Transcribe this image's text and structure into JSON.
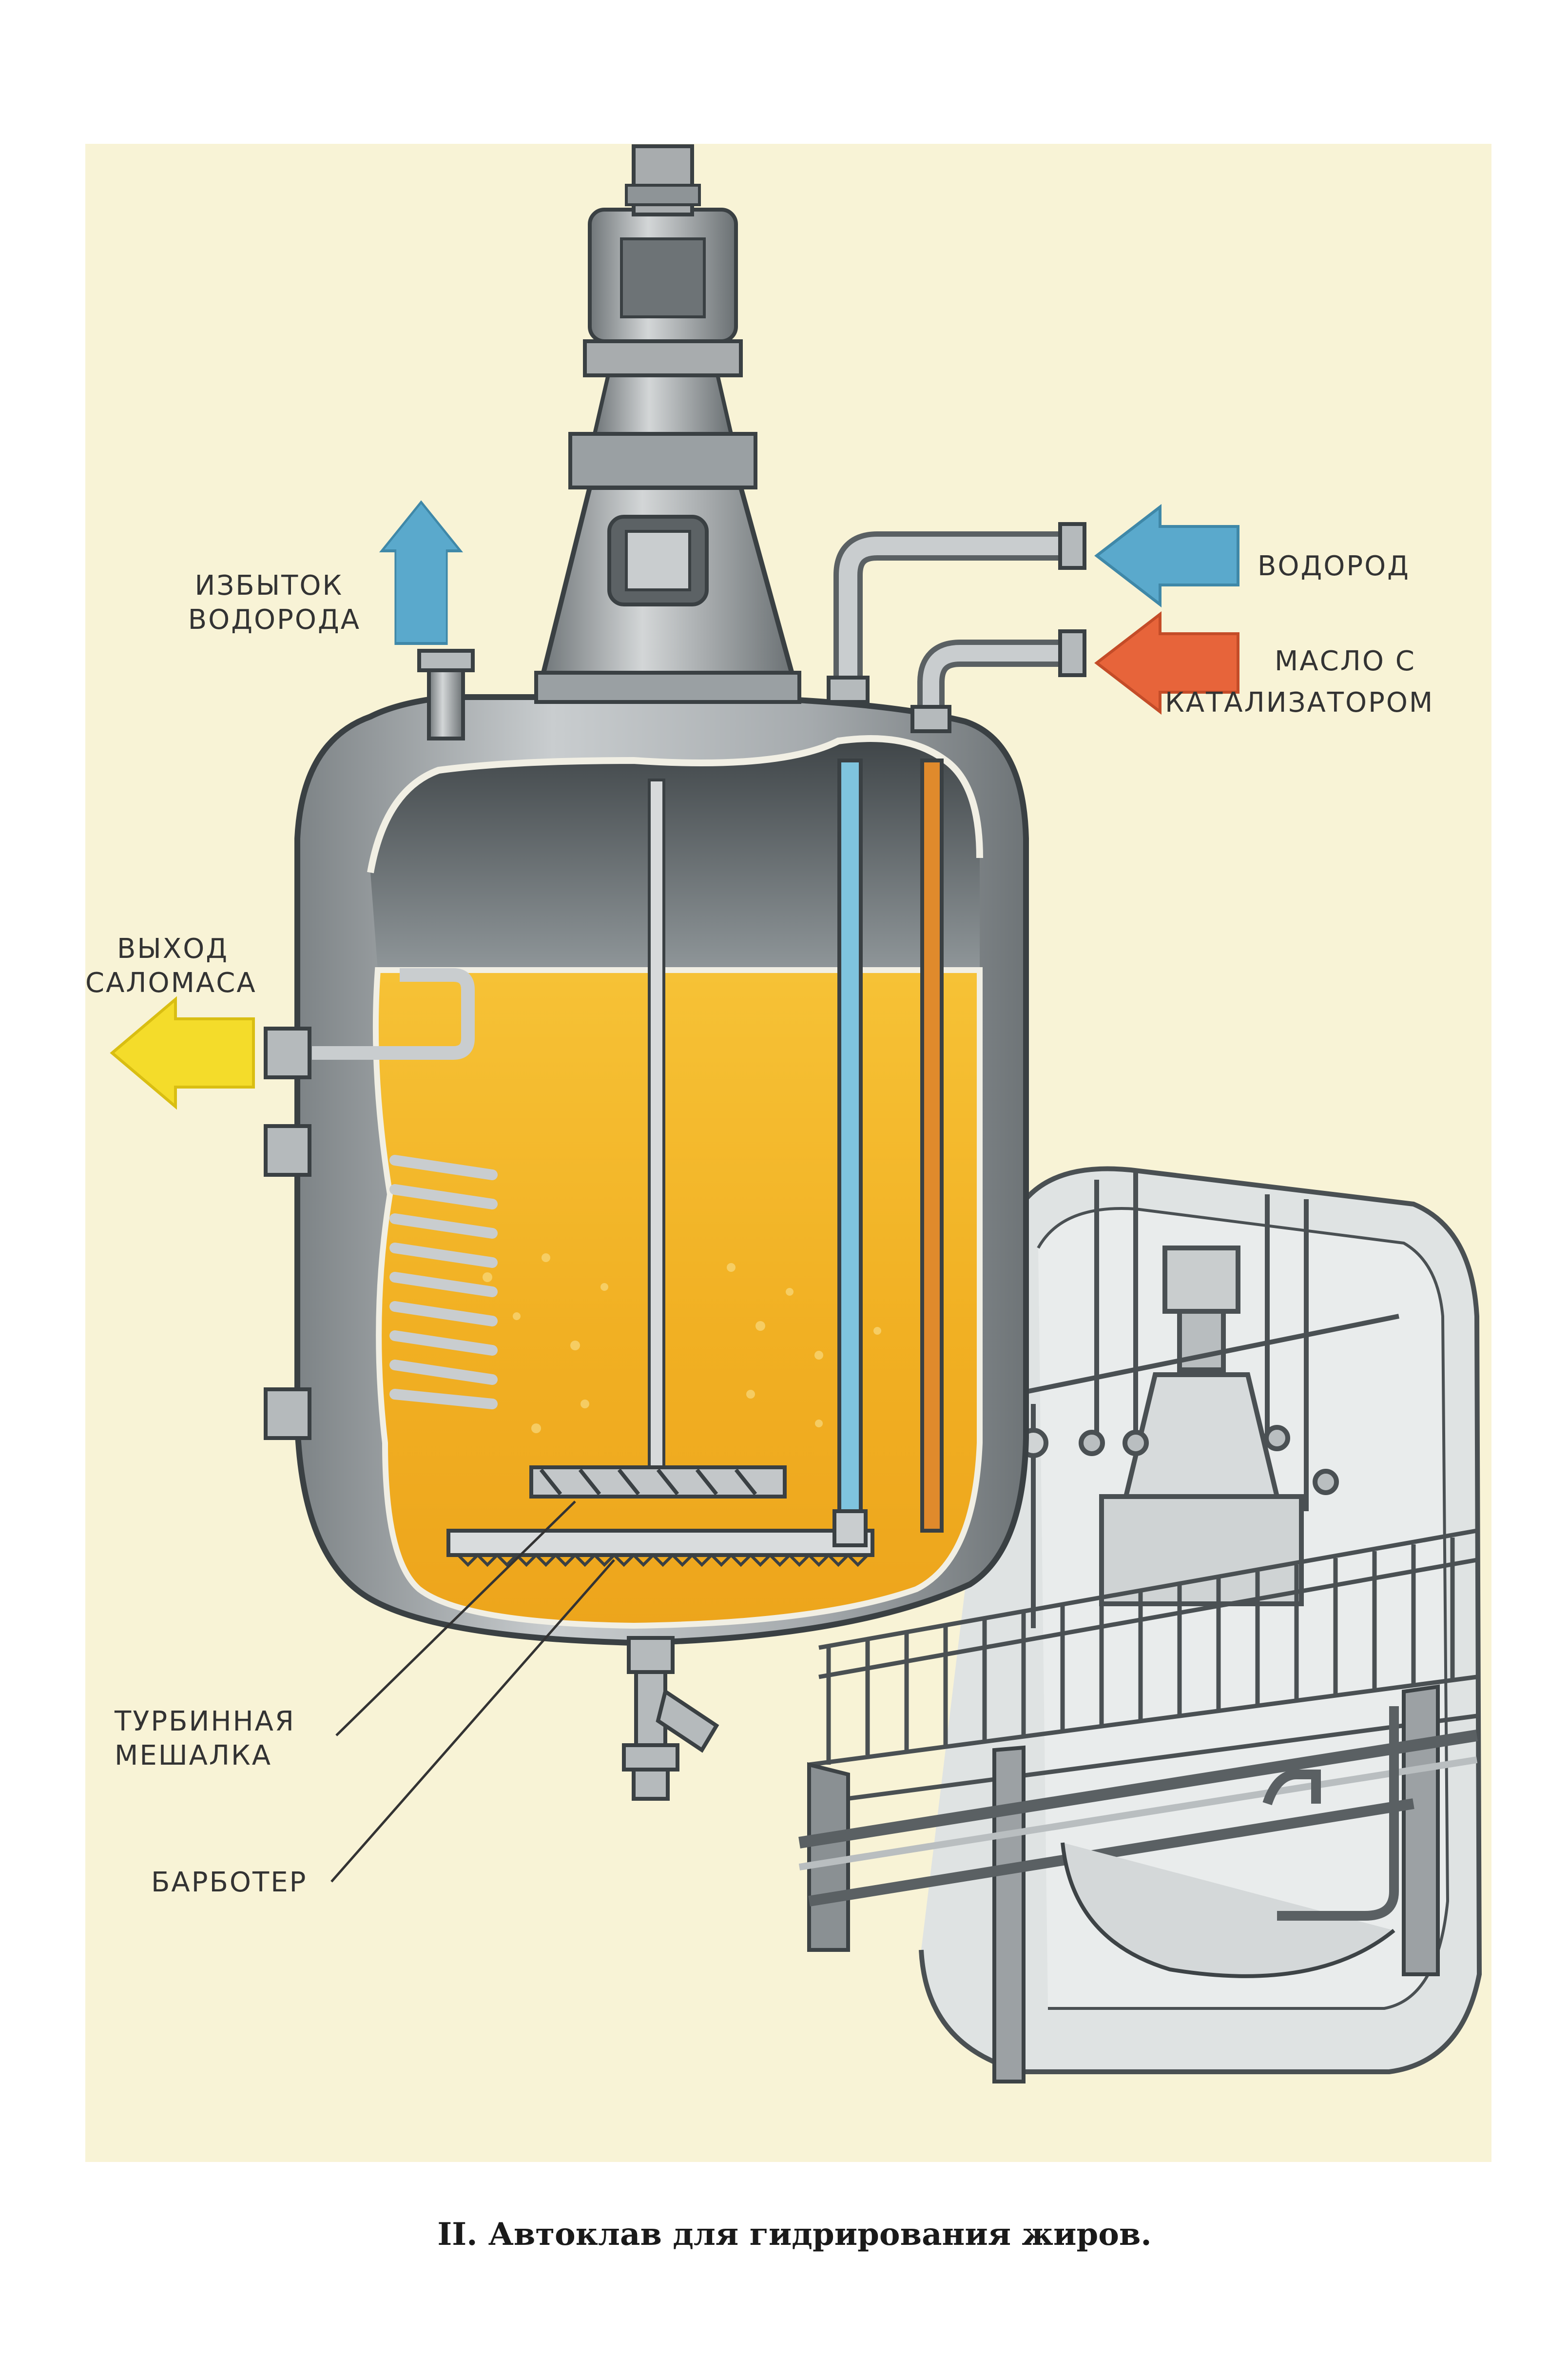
{
  "labels": {
    "excess_hydrogen": [
      "ИЗБЫТОК",
      "ВОДОРОДА"
    ],
    "hydrogen": [
      "ВОДОРОД"
    ],
    "oil_catalyst": [
      "МАСЛО С",
      "КАТАЛИЗАТОРОМ"
    ],
    "salomas_outlet": [
      "ВЫХОД",
      "САЛОМАСА"
    ],
    "turbine_mixer": [
      "ТУРБИННАЯ",
      "МЕШАЛКА"
    ],
    "barboter": [
      "БАРБОТЕР"
    ]
  },
  "caption": "II. Автоклав для гидрирования жиров.",
  "colors": {
    "background": "#f8f3d6",
    "oil": "#f3b62a",
    "hydrogen_arrow": "#5aa9cc",
    "oil_arrow": "#e7643a",
    "outlet_arrow": "#f4dc2a",
    "metal": "#a8acae"
  }
}
